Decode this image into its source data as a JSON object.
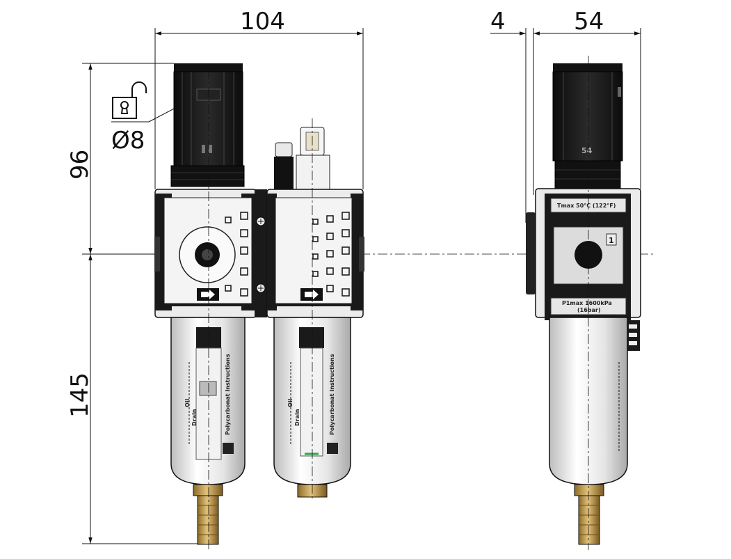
{
  "dimensions": {
    "width_total": "104",
    "height_upper": "96",
    "height_lower": "145",
    "side_offset": "4",
    "side_width": "54",
    "lock_diameter": "Ø8"
  },
  "labels": {
    "bowl_text": "Polycarbonat Instructions",
    "tmax": "Tmax 50°C (122°F)",
    "pmax_line1": "P1max 1600kPa",
    "pmax_line2": "(16bar)",
    "port_number": "1",
    "bowl_small_1": "Drain",
    "bowl_small_2": "Oil",
    "knob_marks": "54"
  },
  "colors": {
    "black_part": "#161616",
    "body_gray": "#d9d9d9",
    "brass": "#c9a04e",
    "line": "#111111"
  },
  "icons": {
    "lock": "padlock-open-icon",
    "arrow": "flow-arrow-icon"
  }
}
